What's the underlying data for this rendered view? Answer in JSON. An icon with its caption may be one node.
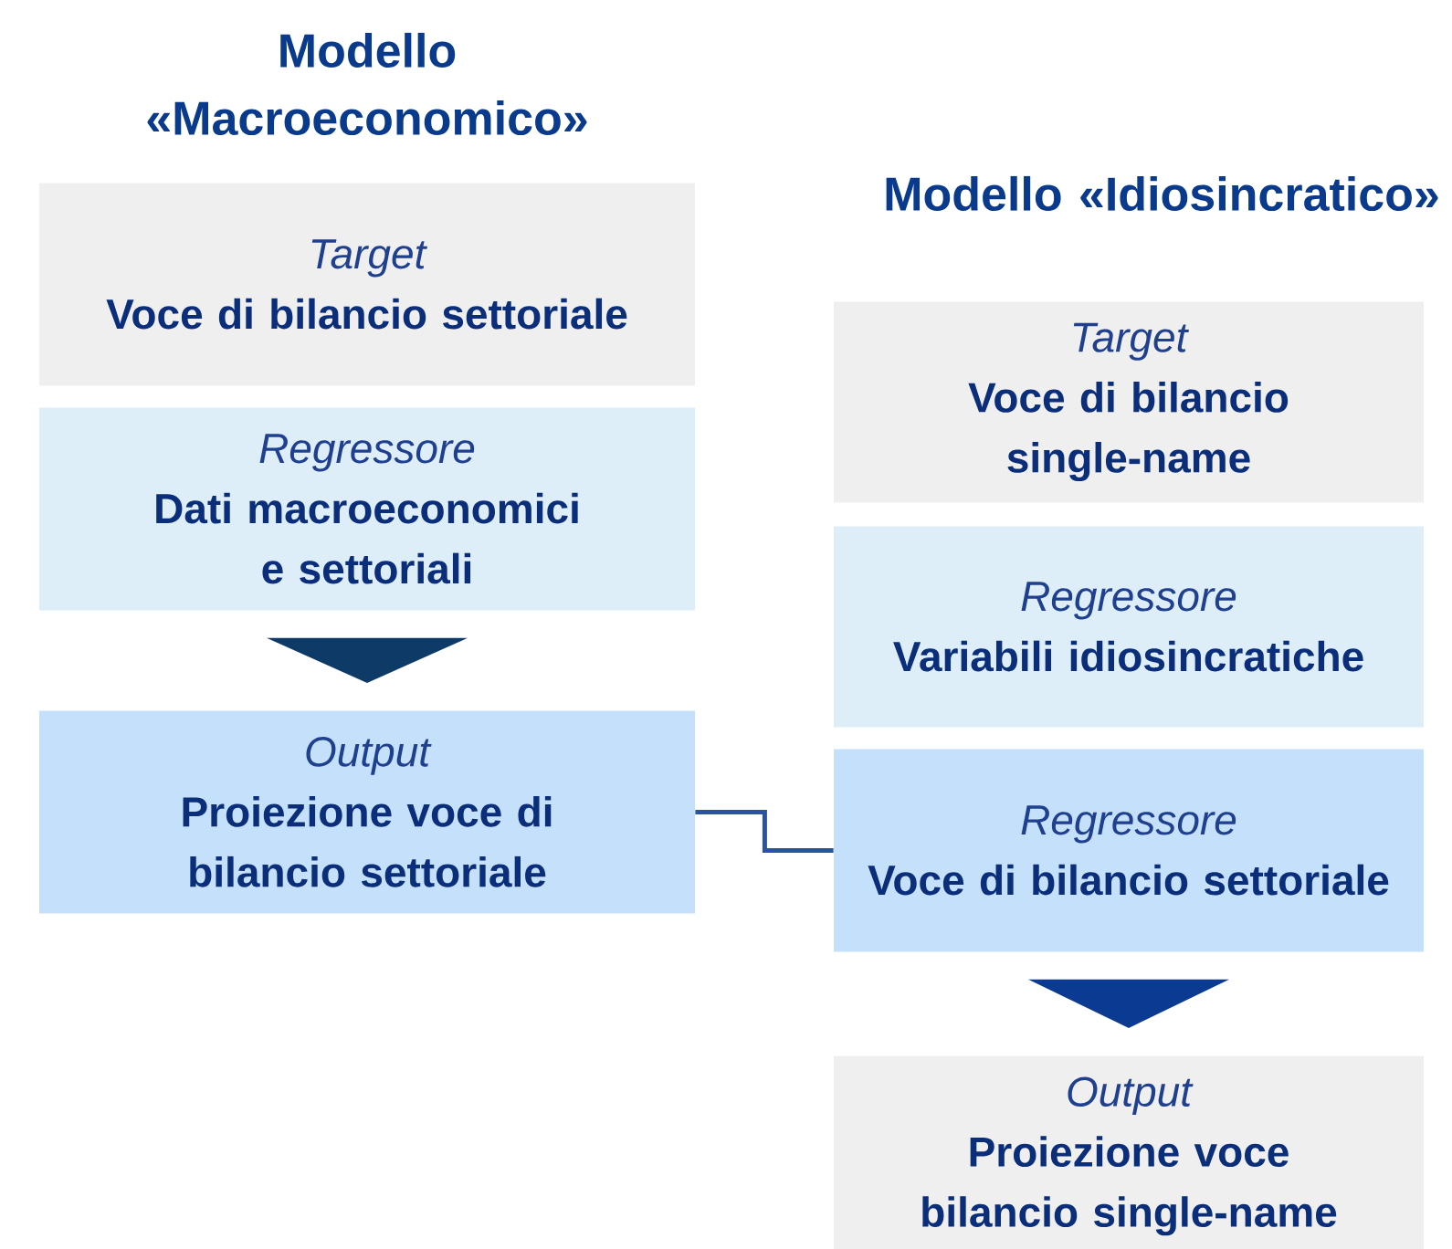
{
  "diagram": {
    "nodes": [
      {
        "text": [
          "Target",
          "Voce di bilancio settoriale"
        ]
      },
      {
        "text": [
          "Regressore",
          "Dati macroeconomici e settoriali"
        ]
      },
      {
        "text": [
          "Output",
          "Proiezione voce di bilancio settoriale"
        ]
      },
      {
        "text": [
          "Target",
          "Voce di bilancio single-name"
        ]
      },
      {
        "text": [
          "Regressore",
          "Variabili idiosincratiche"
        ]
      },
      {
        "text": [
          "Regressore",
          "Voce di bilancio settoriale"
        ]
      },
      {
        "text": [
          "Output",
          "Proiezione voce bilancio single-name"
        ]
      }
    ],
    "edges": [
      {
        "from": 1,
        "to": 2,
        "arrow": "to",
        "color": "#0d3a66"
      },
      {
        "from": 2,
        "to": 5,
        "arrow": "none",
        "color": "#2a52a0"
      },
      {
        "from": 5,
        "to": 6,
        "arrow": "to",
        "color": "#0b3a93"
      }
    ],
    "labels": [
      "Modello «Macroeconomico»",
      "Modello «Idiosincratico»"
    ]
  }
}
